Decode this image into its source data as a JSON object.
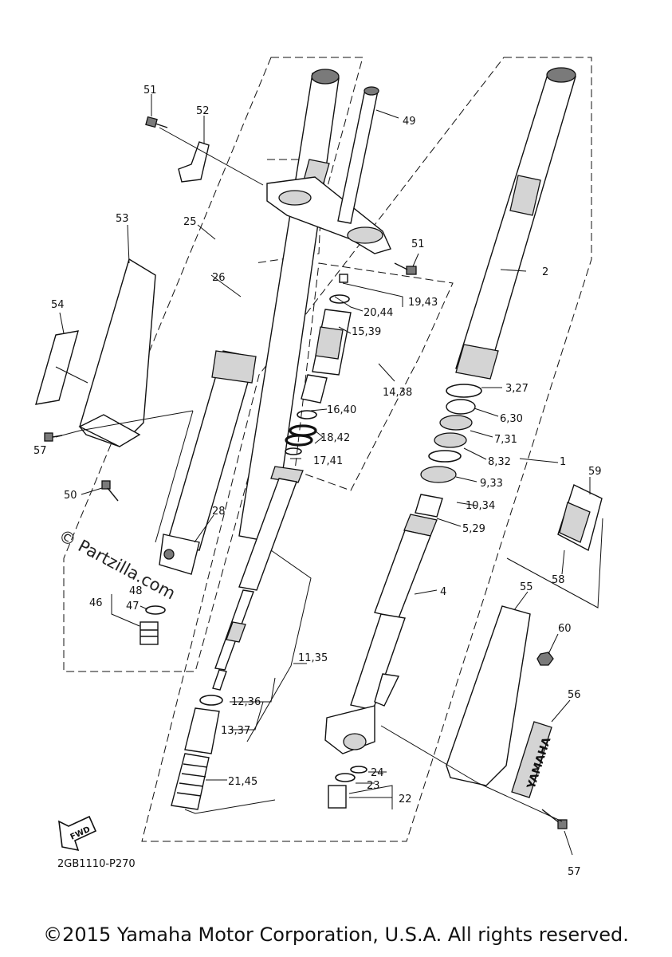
{
  "diagram": {
    "drawing_code": "2GB1110-P270",
    "watermark": "© Partzilla.com",
    "fwd_label": "FWD",
    "brand_mark": "YAMAHA",
    "copyright": "©2015 Yamaha Motor Corporation, U.S.A. All rights reserved.",
    "callouts": [
      {
        "id": "c-51a",
        "text": "51"
      },
      {
        "id": "c-52",
        "text": "52"
      },
      {
        "id": "c-49",
        "text": "49"
      },
      {
        "id": "c-53",
        "text": "53"
      },
      {
        "id": "c-25",
        "text": "25"
      },
      {
        "id": "c-51b",
        "text": "51"
      },
      {
        "id": "c-26",
        "text": "26"
      },
      {
        "id": "c-2",
        "text": "2"
      },
      {
        "id": "c-19-43",
        "text": "19,43"
      },
      {
        "id": "c-20-44",
        "text": "20,44"
      },
      {
        "id": "c-54",
        "text": "54"
      },
      {
        "id": "c-15-39",
        "text": "15,39"
      },
      {
        "id": "c-14-38",
        "text": "14,38"
      },
      {
        "id": "c-3-27",
        "text": "3,27"
      },
      {
        "id": "c-16-40",
        "text": "16,40"
      },
      {
        "id": "c-6-30",
        "text": "6,30"
      },
      {
        "id": "c-18-42",
        "text": "18,42"
      },
      {
        "id": "c-7-31",
        "text": "7,31"
      },
      {
        "id": "c-57a",
        "text": "57"
      },
      {
        "id": "c-17-41",
        "text": "17,41"
      },
      {
        "id": "c-8-32",
        "text": "8,32"
      },
      {
        "id": "c-1",
        "text": "1"
      },
      {
        "id": "c-59",
        "text": "59"
      },
      {
        "id": "c-9-33",
        "text": "9,33"
      },
      {
        "id": "c-50",
        "text": "50"
      },
      {
        "id": "c-10-34",
        "text": "10,34"
      },
      {
        "id": "c-28",
        "text": "28"
      },
      {
        "id": "c-5-29",
        "text": "5,29"
      },
      {
        "id": "c-58",
        "text": "58"
      },
      {
        "id": "c-48",
        "text": "48"
      },
      {
        "id": "c-4",
        "text": "4"
      },
      {
        "id": "c-55",
        "text": "55"
      },
      {
        "id": "c-46",
        "text": "46"
      },
      {
        "id": "c-47",
        "text": "47"
      },
      {
        "id": "c-60",
        "text": "60"
      },
      {
        "id": "c-11-35",
        "text": "11,35"
      },
      {
        "id": "c-12-36",
        "text": "12,36"
      },
      {
        "id": "c-56",
        "text": "56"
      },
      {
        "id": "c-13-37",
        "text": "13,37"
      },
      {
        "id": "c-24",
        "text": "24"
      },
      {
        "id": "c-21-45",
        "text": "21,45"
      },
      {
        "id": "c-23",
        "text": "23"
      },
      {
        "id": "c-22",
        "text": "22"
      },
      {
        "id": "c-57b",
        "text": "57"
      }
    ]
  }
}
